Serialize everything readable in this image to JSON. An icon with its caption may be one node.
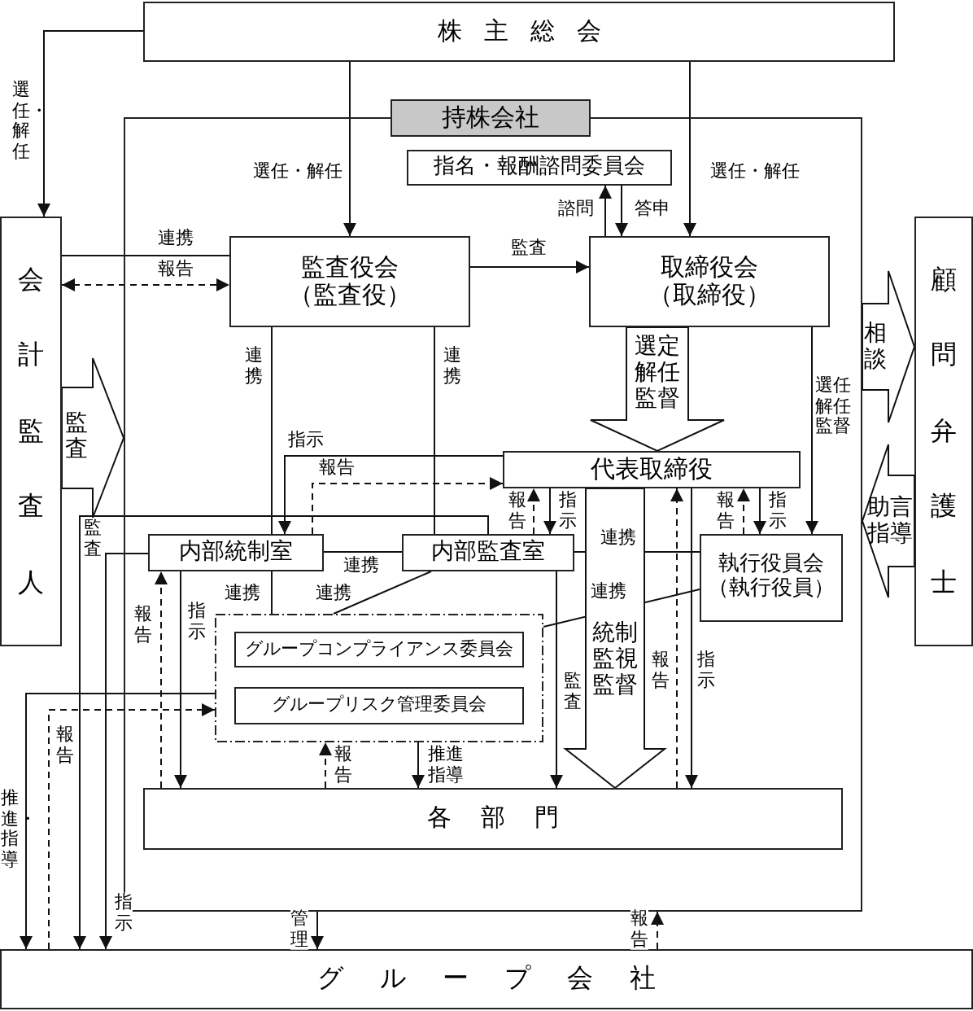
{
  "diagram": {
    "nodes": [
      {
        "text": [
          "株主総会"
        ]
      },
      {
        "text": [
          "持株会社"
        ]
      },
      {
        "text": [
          "指名・報酬諮問委員会"
        ],
        "in": 1
      },
      {
        "text": [
          "監査役会",
          "（監査役）"
        ],
        "in": 1
      },
      {
        "text": [
          "取締役会",
          "（取締役）"
        ],
        "in": 1
      },
      {
        "text": [
          "会計監査人"
        ]
      },
      {
        "text": [
          "顧問弁護士"
        ]
      },
      {
        "text": [
          "代表取締役"
        ],
        "in": 1
      },
      {
        "text": [
          "内部統制室"
        ],
        "in": 1
      },
      {
        "text": [
          "内部監査室"
        ],
        "in": 1
      },
      {
        "text": [
          "執行役員会",
          "（執行役員）"
        ],
        "in": 1
      },
      {
        "text": [],
        "shape": "box",
        "in": 1
      },
      {
        "text": [
          "グループコンプライアンス委員会"
        ],
        "in": 11
      },
      {
        "text": [
          "グループリスク管理委員会"
        ],
        "in": 11
      },
      {
        "text": [
          "各部門"
        ],
        "in": 1
      },
      {
        "text": [
          "グループ会社"
        ]
      }
    ],
    "edges": [
      {
        "from": 0,
        "to": 5,
        "arrow": "to",
        "label": "選任・解任"
      },
      {
        "from": 0,
        "to": 3,
        "arrow": "to",
        "label": "選任・解任"
      },
      {
        "from": 0,
        "to": 4,
        "arrow": "to",
        "label": "選任・解任"
      },
      {
        "from": 4,
        "to": 2,
        "arrow": "to",
        "label": "諮問"
      },
      {
        "from": 2,
        "to": 4,
        "arrow": "to",
        "label": "答申"
      },
      {
        "from": 3,
        "to": 4,
        "arrow": "to",
        "label": "監査"
      },
      {
        "from": 5,
        "to": 3,
        "arrow": "none",
        "label": "連携"
      },
      {
        "from": 5,
        "to": 3,
        "arrow": "both",
        "label": "報告",
        "style": "dashed"
      },
      {
        "from": 5,
        "to": 1,
        "arrow": "to",
        "label": "監査"
      },
      {
        "from": 1,
        "to": 6,
        "arrow": "to",
        "label": "相談"
      },
      {
        "from": 6,
        "to": 1,
        "arrow": "to",
        "label": "助言指導"
      },
      {
        "from": 4,
        "to": 7,
        "arrow": "to",
        "label": "選定解任監督"
      },
      {
        "from": 3,
        "to": 8,
        "arrow": "none",
        "label": "連携"
      },
      {
        "from": 3,
        "to": 9,
        "arrow": "none",
        "label": "連携"
      },
      {
        "from": 4,
        "to": 10,
        "arrow": "to",
        "label": "選任解任監督"
      },
      {
        "from": 7,
        "to": 8,
        "arrow": "to",
        "label": "指示"
      },
      {
        "from": 8,
        "to": 7,
        "arrow": "to",
        "label": "報告",
        "style": "dashed"
      },
      {
        "from": 9,
        "to": 7,
        "arrow": "to",
        "label": "報告",
        "style": "dashed"
      },
      {
        "from": 7,
        "to": 9,
        "arrow": "to",
        "label": "指示"
      },
      {
        "from": 10,
        "to": 7,
        "arrow": "to",
        "label": "報告",
        "style": "dashed"
      },
      {
        "from": 7,
        "to": 10,
        "arrow": "to",
        "label": "指示"
      },
      {
        "from": 8,
        "to": 9,
        "arrow": "none",
        "label": "連携"
      },
      {
        "from": 9,
        "to": 10,
        "arrow": "none",
        "label": "連携"
      },
      {
        "from": 8,
        "to": 11,
        "arrow": "none",
        "label": "連携"
      },
      {
        "from": 9,
        "to": 11,
        "arrow": "none",
        "label": "連携"
      },
      {
        "from": 10,
        "to": 11,
        "arrow": "none",
        "label": "連携"
      },
      {
        "from": 9,
        "to": 14,
        "arrow": "to",
        "label": "監査"
      },
      {
        "from": 7,
        "to": 14,
        "arrow": "to",
        "label": "統制監視監督"
      },
      {
        "from": 14,
        "to": 7,
        "arrow": "to",
        "label": "報告",
        "style": "dashed"
      },
      {
        "from": 7,
        "to": 14,
        "arrow": "to",
        "label": "指示"
      },
      {
        "from": 8,
        "to": 14,
        "arrow": "to",
        "label": "指示"
      },
      {
        "from": 14,
        "to": 8,
        "arrow": "to",
        "label": "報告",
        "style": "dashed"
      },
      {
        "from": 14,
        "to": 11,
        "arrow": "to",
        "label": "報告",
        "style": "dashed"
      },
      {
        "from": 11,
        "to": 14,
        "arrow": "to",
        "label": "推進指導"
      },
      {
        "from": 1,
        "to": 15,
        "arrow": "to",
        "label": "管理"
      },
      {
        "from": 15,
        "to": 1,
        "arrow": "to",
        "label": "報告",
        "style": "dashed"
      },
      {
        "from": 9,
        "to": 15,
        "arrow": "to",
        "label": "監査"
      },
      {
        "from": 8,
        "to": 15,
        "arrow": "to",
        "label": "指示"
      },
      {
        "from": 11,
        "to": 15,
        "arrow": "to",
        "label": "推進・指導"
      },
      {
        "from": 15,
        "to": 11,
        "arrow": "to",
        "label": "報告",
        "style": "dashed"
      }
    ]
  }
}
